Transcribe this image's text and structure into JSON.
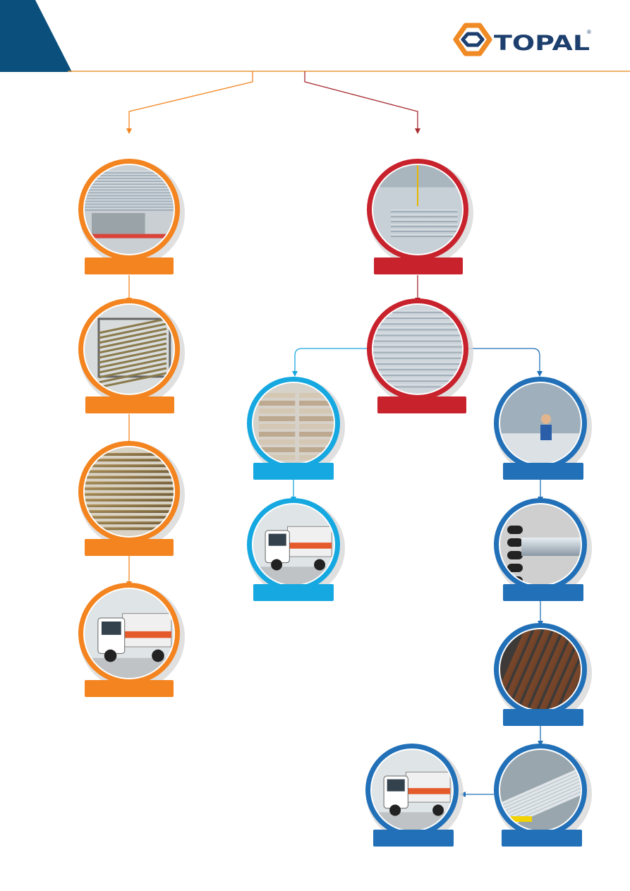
{
  "brand": {
    "logo_text": "TOPAL",
    "registered_mark": "®",
    "colors": {
      "corner": "#0b4f7c",
      "header_line": "#e89a3c",
      "logo_orange": "#f08a24",
      "logo_navy": "#1d3f6e"
    }
  },
  "colors": {
    "orange": "#f3841f",
    "red": "#c8222c",
    "red_arrow": "#a72a2f",
    "cyan": "#16a8e0",
    "blue": "#2170b8",
    "shadow": "#d8d8d8"
  },
  "nodes": [
    {
      "id": "o1",
      "branch": "orange",
      "photo": "extrusion-line"
    },
    {
      "id": "o2",
      "branch": "orange",
      "photo": "aging-basket"
    },
    {
      "id": "o3",
      "branch": "orange",
      "photo": "stacked-profiles"
    },
    {
      "id": "o4",
      "branch": "orange",
      "photo": "delivery-truck"
    },
    {
      "id": "r1",
      "branch": "red",
      "photo": "crane-lift"
    },
    {
      "id": "r2",
      "branch": "red",
      "photo": "finished-profiles-rack"
    },
    {
      "id": "c1",
      "branch": "cyan",
      "photo": "warehouse-shelves"
    },
    {
      "id": "c2",
      "branch": "cyan",
      "photo": "delivery-truck"
    },
    {
      "id": "b1",
      "branch": "blue",
      "photo": "worker-inspection"
    },
    {
      "id": "b2",
      "branch": "blue",
      "photo": "rollers"
    },
    {
      "id": "b3",
      "branch": "blue",
      "photo": "wood-grain-profiles"
    },
    {
      "id": "b4",
      "branch": "blue",
      "photo": "packed-profiles"
    },
    {
      "id": "b5",
      "branch": "blue",
      "photo": "delivery-truck"
    }
  ]
}
